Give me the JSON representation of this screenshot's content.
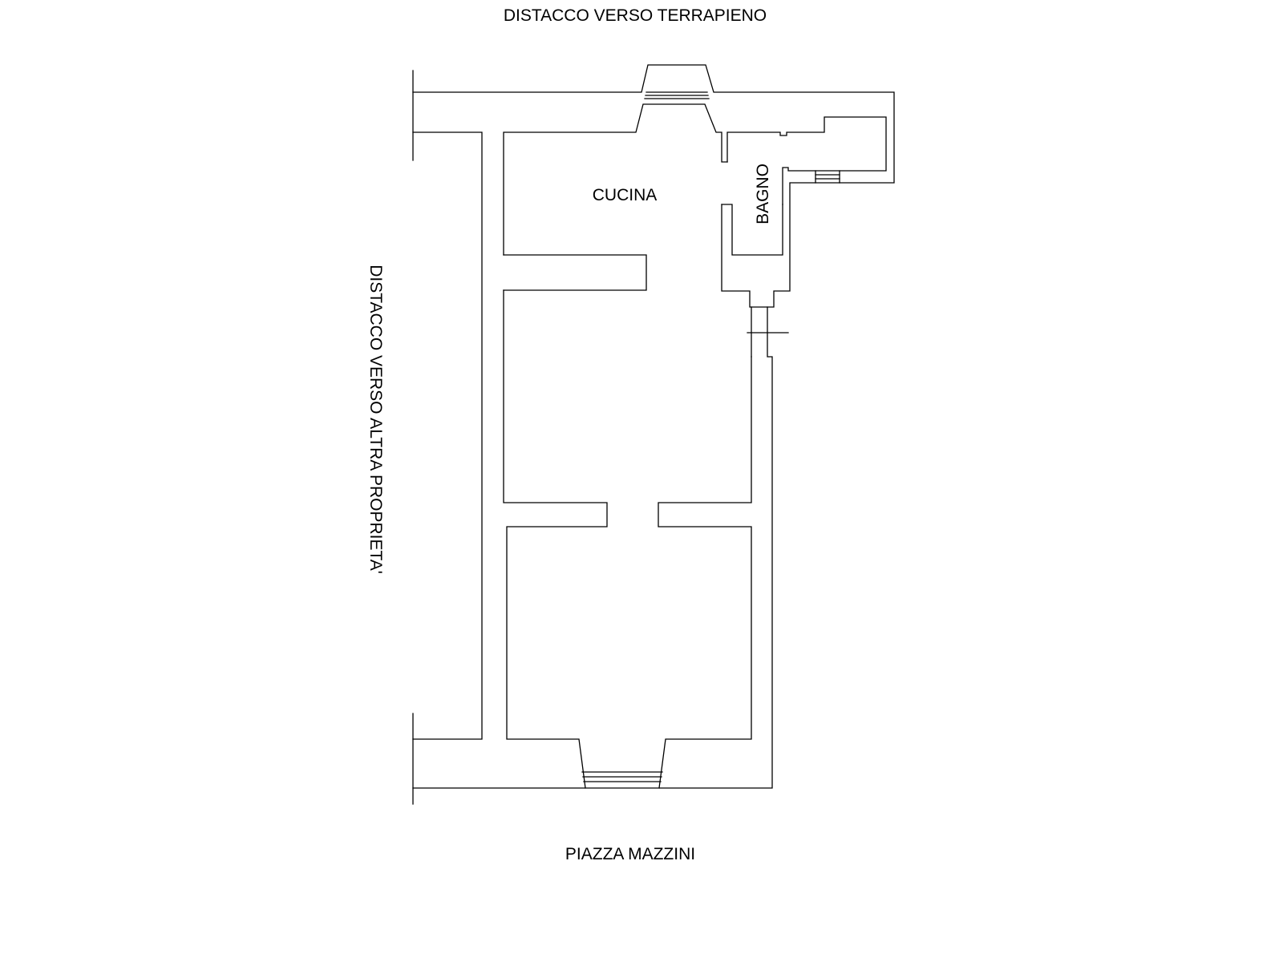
{
  "labels": {
    "top": "DISTACCO VERSO TERRAPIENO",
    "bottom": "PIAZZA MAZZINI",
    "left": "DISTACCO VERSO ALTRA PROPRIETA'",
    "kitchen": "CUCINA",
    "bathroom": "BAGNO"
  },
  "colors": {
    "line": "#000000",
    "background": "#ffffff"
  }
}
